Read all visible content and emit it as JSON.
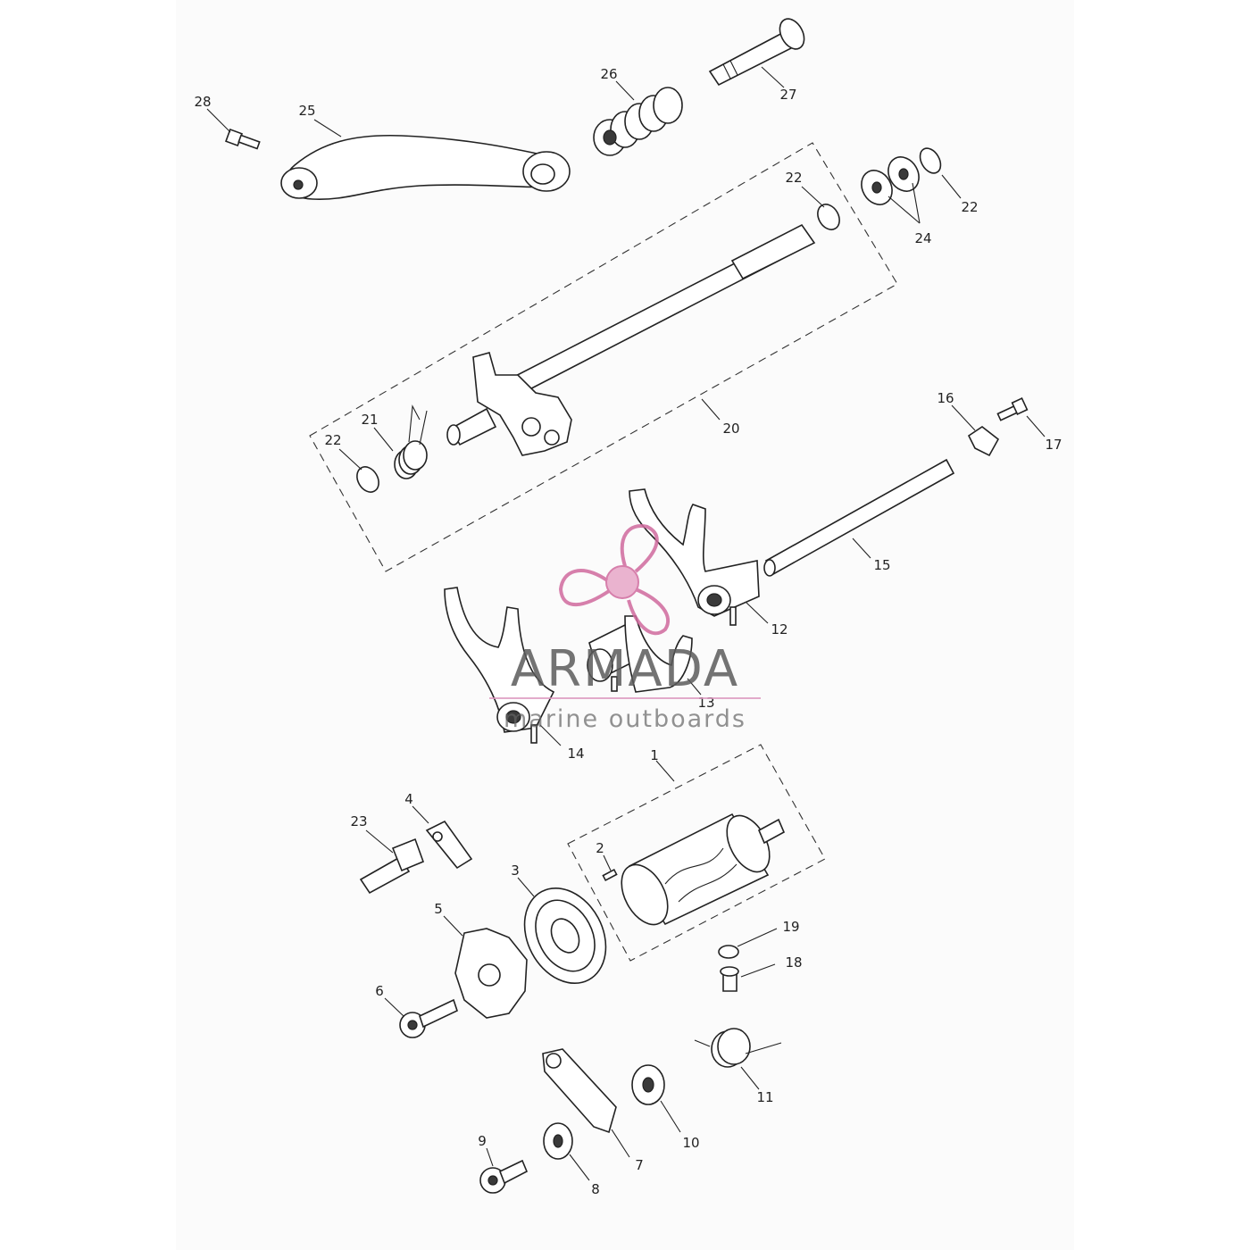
{
  "diagram": {
    "callouts": [
      {
        "id": "c1",
        "label": "1"
      },
      {
        "id": "c2",
        "label": "2"
      },
      {
        "id": "c3",
        "label": "3"
      },
      {
        "id": "c4",
        "label": "4"
      },
      {
        "id": "c5",
        "label": "5"
      },
      {
        "id": "c6",
        "label": "6"
      },
      {
        "id": "c7",
        "label": "7"
      },
      {
        "id": "c8",
        "label": "8"
      },
      {
        "id": "c9",
        "label": "9"
      },
      {
        "id": "c10",
        "label": "10"
      },
      {
        "id": "c11",
        "label": "11"
      },
      {
        "id": "c12",
        "label": "12"
      },
      {
        "id": "c13",
        "label": "13"
      },
      {
        "id": "c14",
        "label": "14"
      },
      {
        "id": "c15",
        "label": "15"
      },
      {
        "id": "c16",
        "label": "16"
      },
      {
        "id": "c17",
        "label": "17"
      },
      {
        "id": "c18",
        "label": "18"
      },
      {
        "id": "c19",
        "label": "19"
      },
      {
        "id": "c20",
        "label": "20"
      },
      {
        "id": "c21",
        "label": "21"
      },
      {
        "id": "c22a",
        "label": "22"
      },
      {
        "id": "c22b",
        "label": "22"
      },
      {
        "id": "c22c",
        "label": "22"
      },
      {
        "id": "c23",
        "label": "23"
      },
      {
        "id": "c24",
        "label": "24"
      },
      {
        "id": "c25",
        "label": "25"
      },
      {
        "id": "c26",
        "label": "26"
      },
      {
        "id": "c27",
        "label": "27"
      },
      {
        "id": "c28",
        "label": "28"
      }
    ]
  },
  "watermark": {
    "name": "ARMADA",
    "tagline": "marine outboards",
    "logo_color": "#e07ab0"
  },
  "colors": {
    "line": "#222222",
    "paper": "#fbfbfb"
  }
}
